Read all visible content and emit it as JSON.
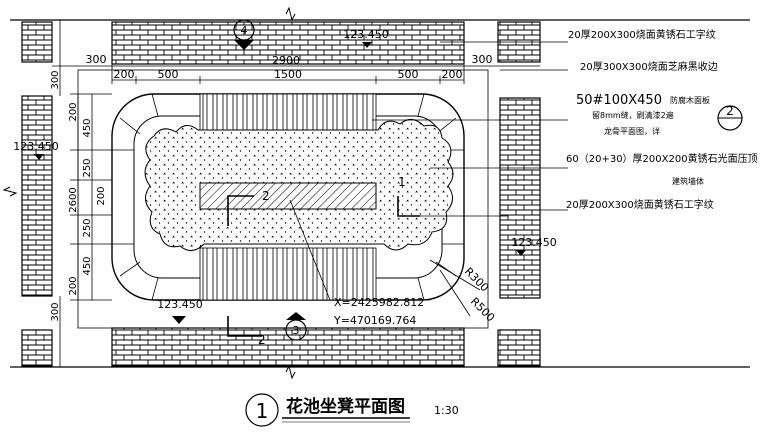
{
  "dimensions": {
    "top_overall": "2900",
    "top_segments": [
      "200",
      "500",
      "1500",
      "500",
      "200"
    ],
    "side_300": "300",
    "left_vertical": [
      "200",
      "450",
      "250",
      "200",
      "250",
      "450",
      "200"
    ],
    "left_total": "2600",
    "right_300_top": "300"
  },
  "annotations": [
    "20厚200X300烧面黄锈石工字纹",
    "20厚300X300烧面芝麻黑收边",
    "50#100X450",
    "防腐木面板",
    "留8mm缝，刷清漆2遍",
    "龙骨平面图，详",
    "60（20+30）厚200X200黄锈石光面压顶",
    "建筑墙体",
    "20厚200X300烧面黄锈石工字纹"
  ],
  "levels": [
    "123.450",
    "123.450",
    "123.450",
    "123.450"
  ],
  "coordinates": {
    "x": "X=2425982.812",
    "y": "Y=470169.764"
  },
  "radii": [
    "R300",
    "R500"
  ],
  "section_marks": {
    "top": "4",
    "bottom": "3",
    "right": "2",
    "left_section": "2",
    "right_section": "1"
  },
  "title": {
    "number": "1",
    "text": "花池坐凳平面图",
    "scale": "1:30"
  }
}
